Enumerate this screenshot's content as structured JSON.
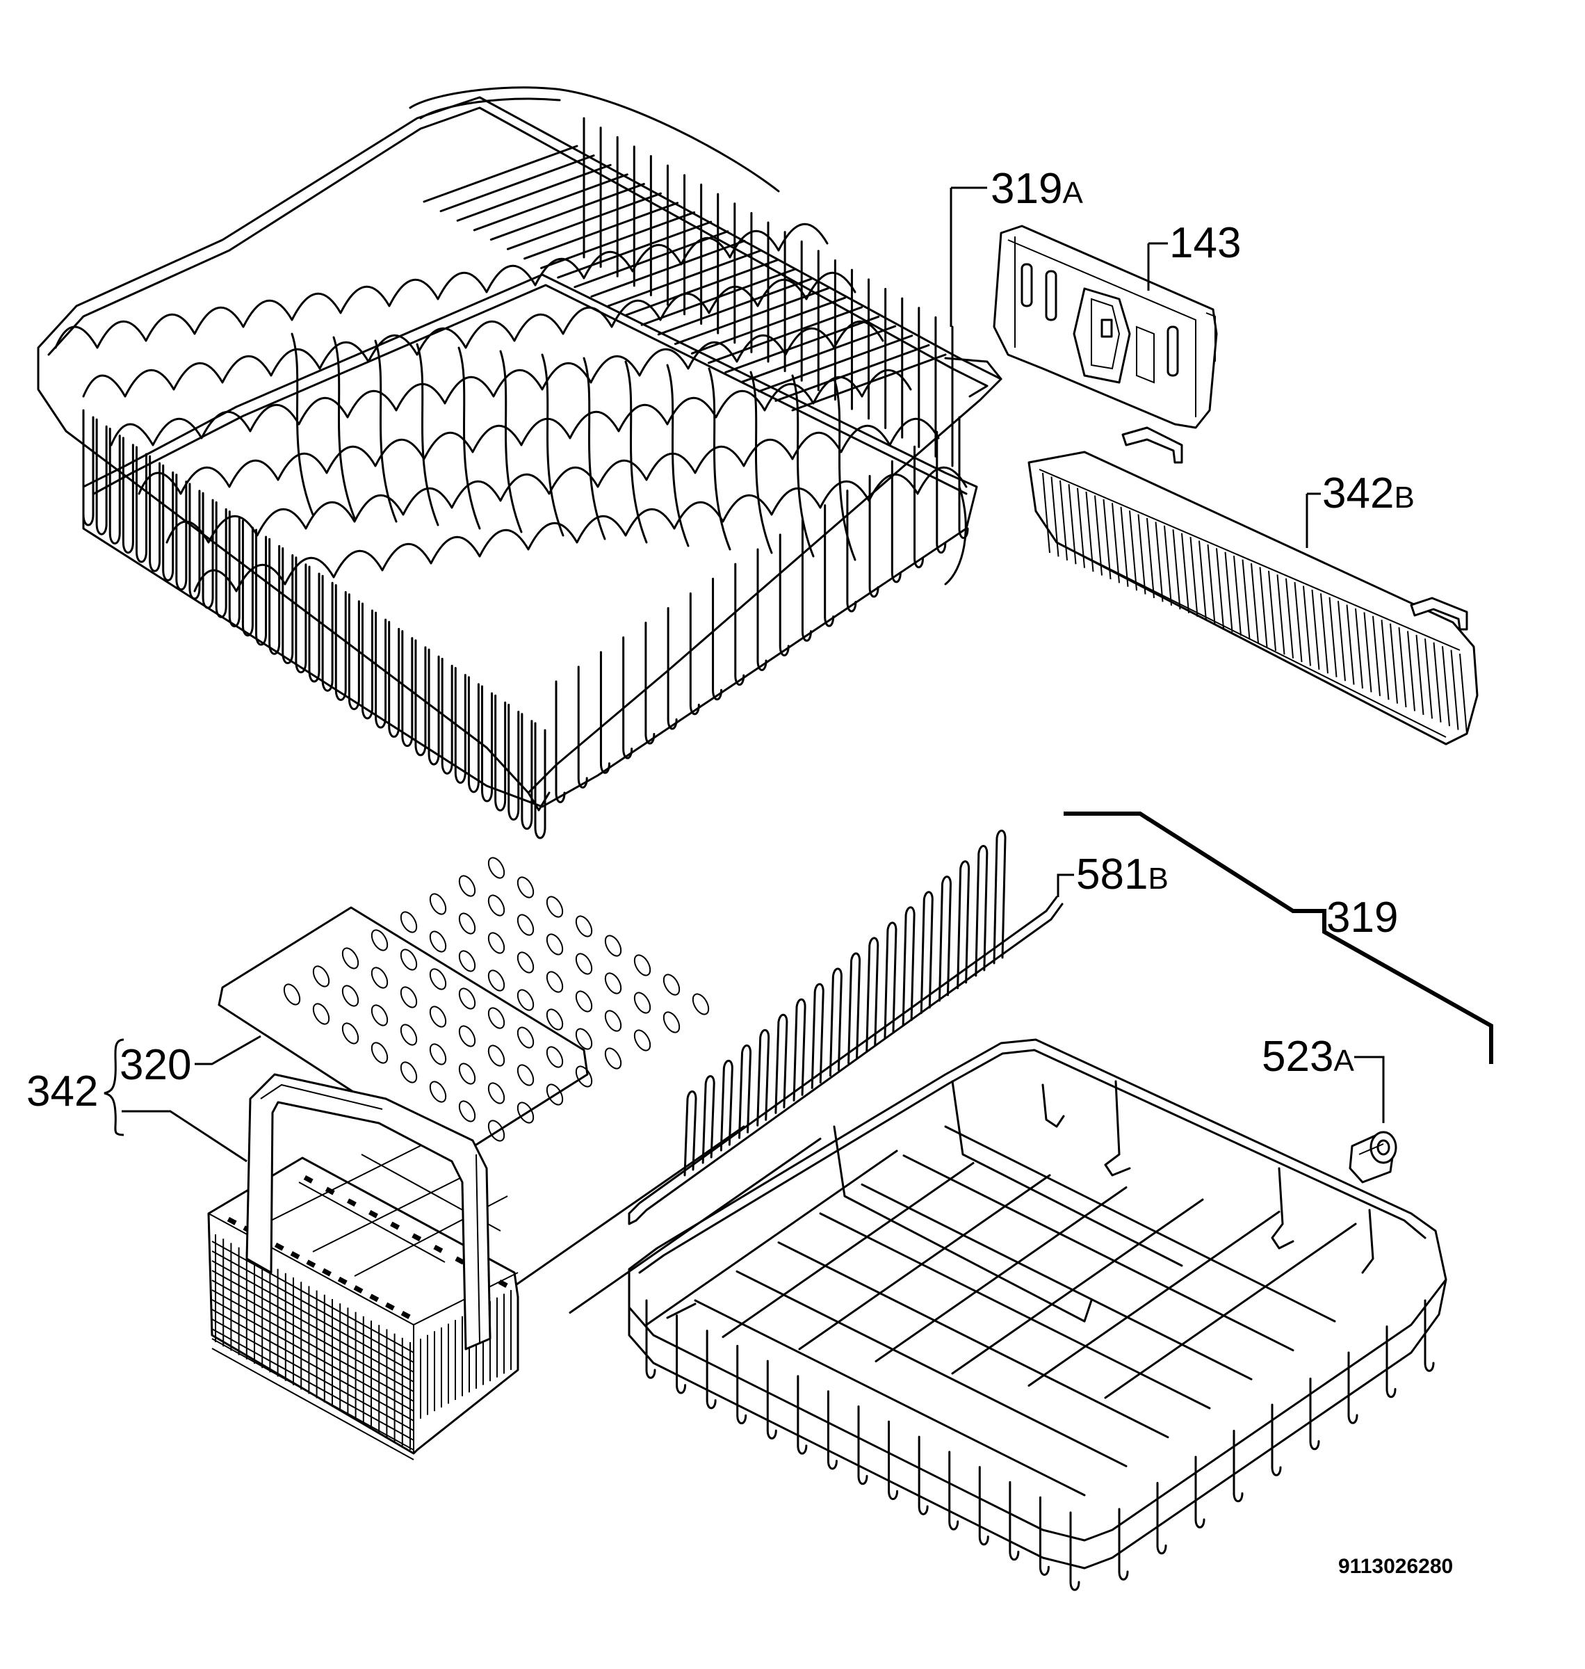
{
  "callouts": {
    "upper_basket": {
      "num": "319",
      "suffix": "A"
    },
    "rail": {
      "num": "143"
    },
    "cup_shelf": {
      "num": "342",
      "suffix": "B"
    },
    "tine_row": {
      "num": "581",
      "suffix": "B"
    },
    "lower_basket": {
      "num": "319"
    },
    "wheel": {
      "num": "523",
      "suffix": "A"
    },
    "cutlery_group": {
      "num": "342"
    },
    "cutlery_lid": {
      "num": "320"
    }
  },
  "diagram_code": "9113026280",
  "colors": {
    "line": "#000000",
    "background": "#ffffff"
  }
}
